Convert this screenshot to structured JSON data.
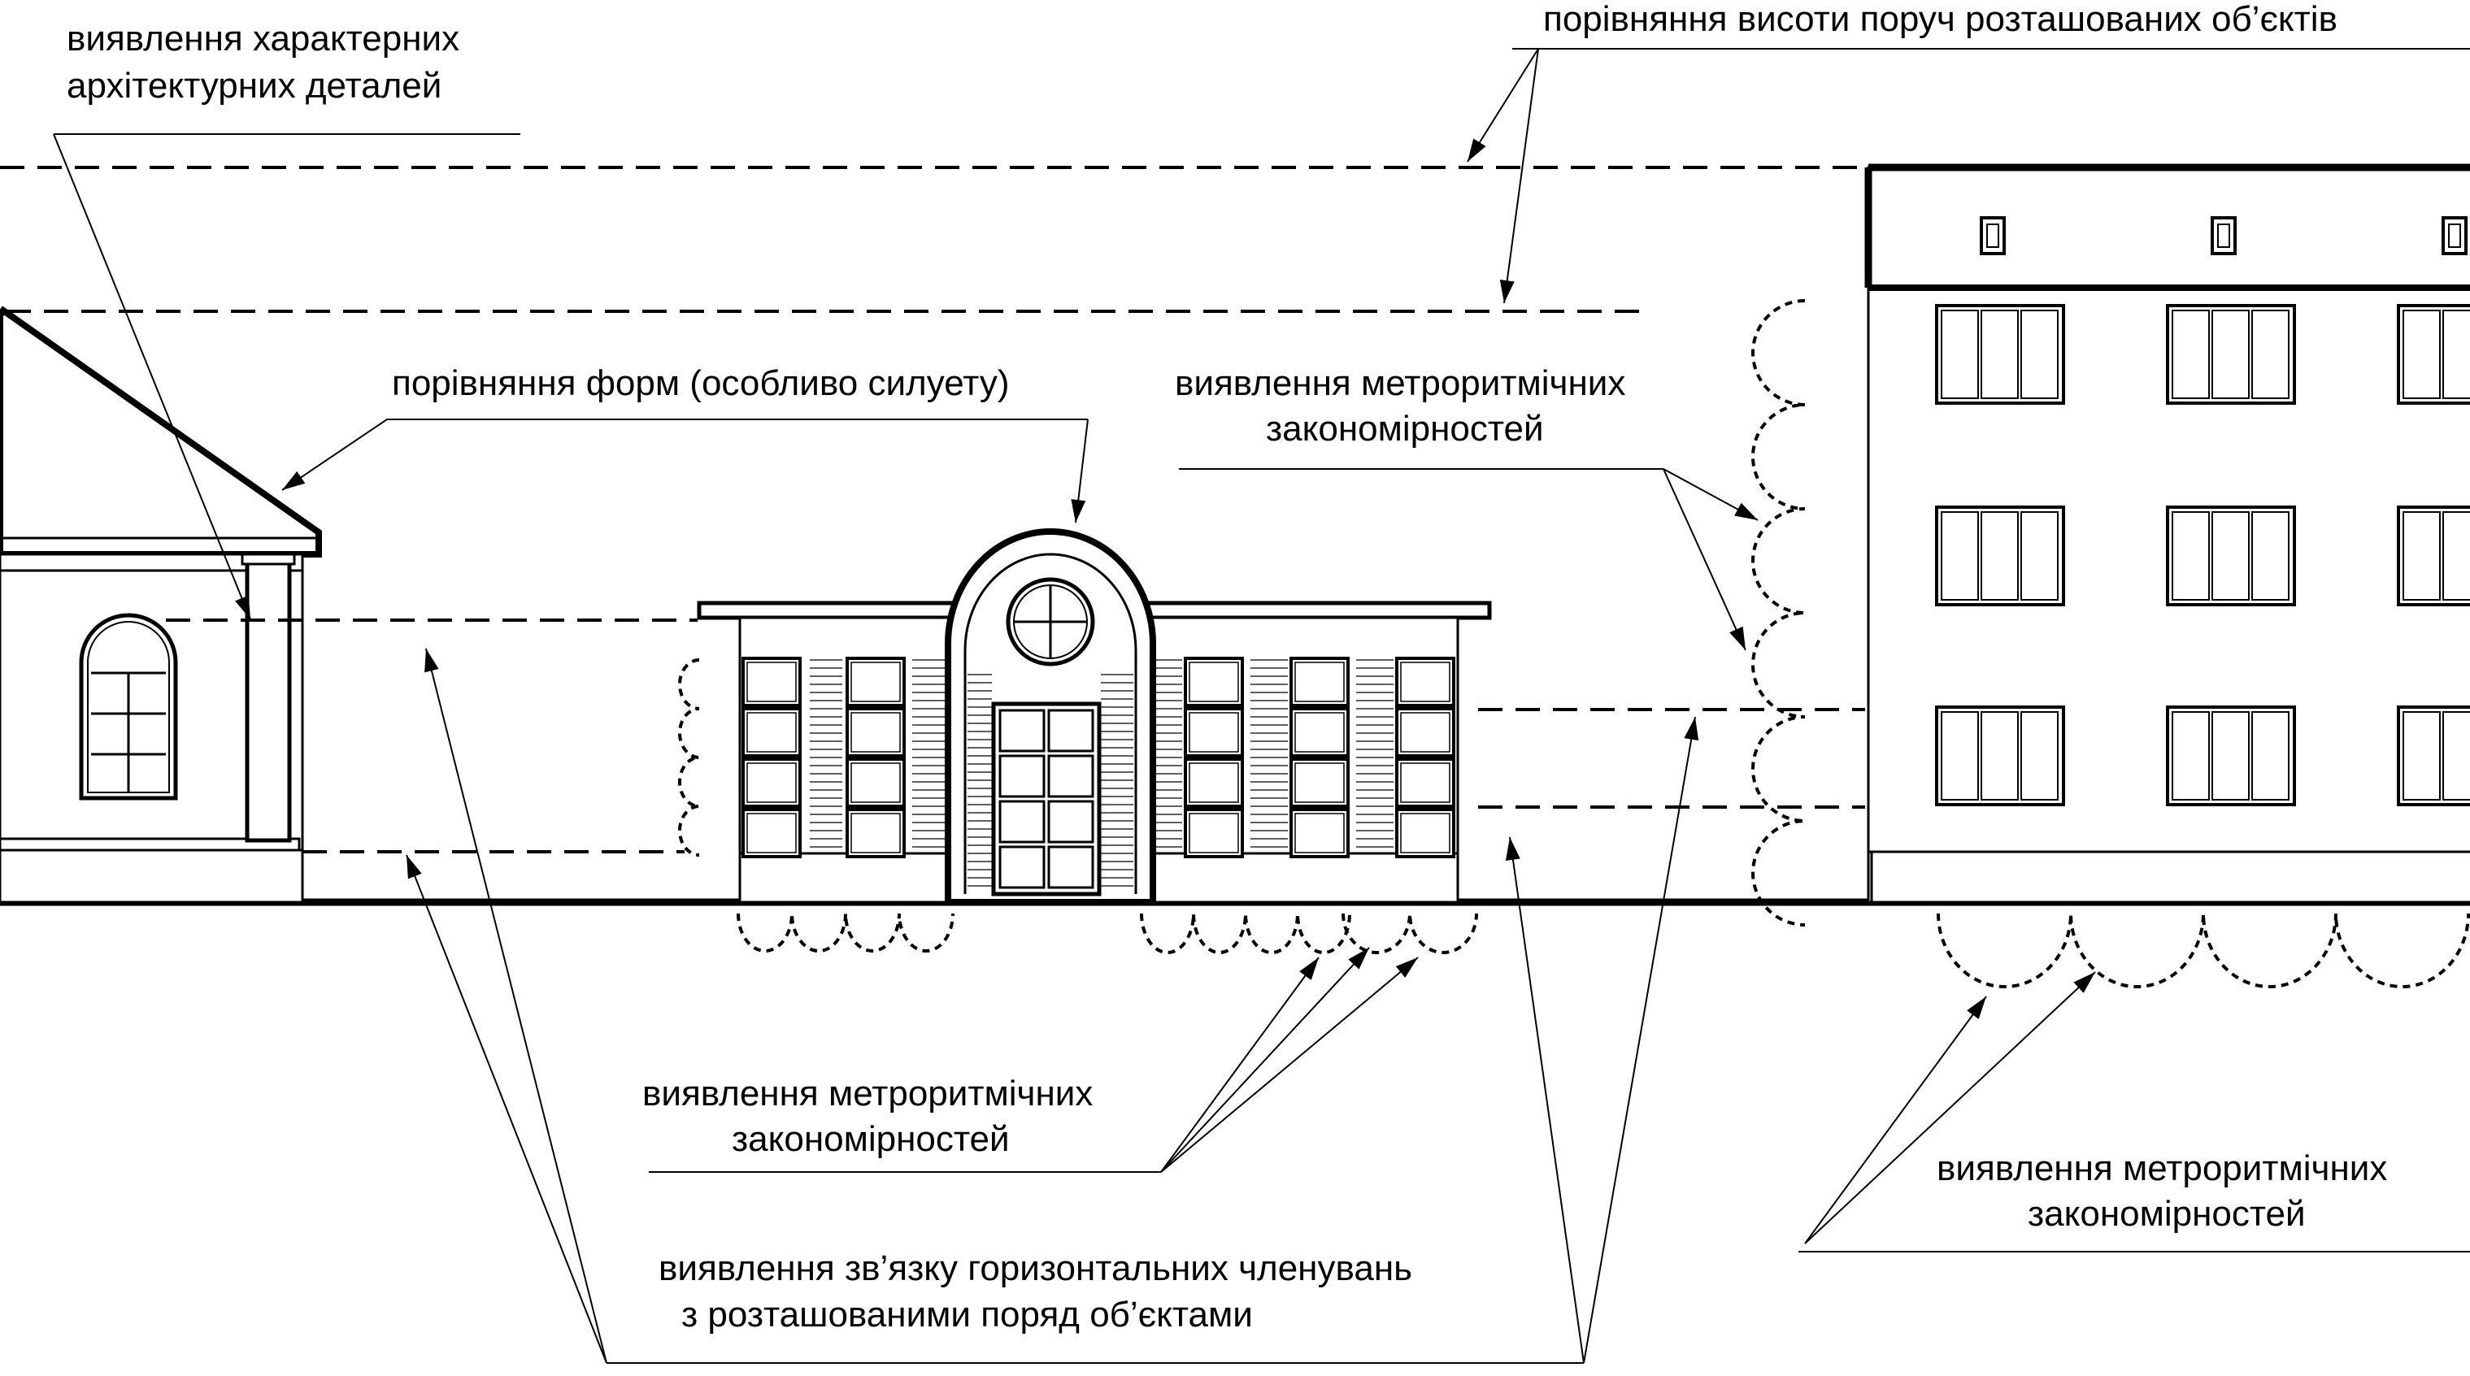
{
  "labels": {
    "architectural_details": [
      "виявлення характерних",
      "архітектурних деталей"
    ],
    "height_comparison": "порівняння висоти поруч розташованих об’єктів",
    "silhouette_forms": "порівняння форм (особливо силуету)",
    "metrorhythm_upper": [
      "виявлення метроритмічних",
      "закономірностей"
    ],
    "metrorhythm_center": [
      "виявлення метроритмічних",
      "закономірностей"
    ],
    "metrorhythm_right": [
      "виявлення метроритмічних",
      "закономірностей"
    ],
    "horizontal_links": [
      "виявлення зв’язку горизонтальних членувань",
      "з розташованими поряд об’єктами"
    ]
  },
  "colors": {
    "ink": "#000000",
    "paper": "#ffffff"
  }
}
